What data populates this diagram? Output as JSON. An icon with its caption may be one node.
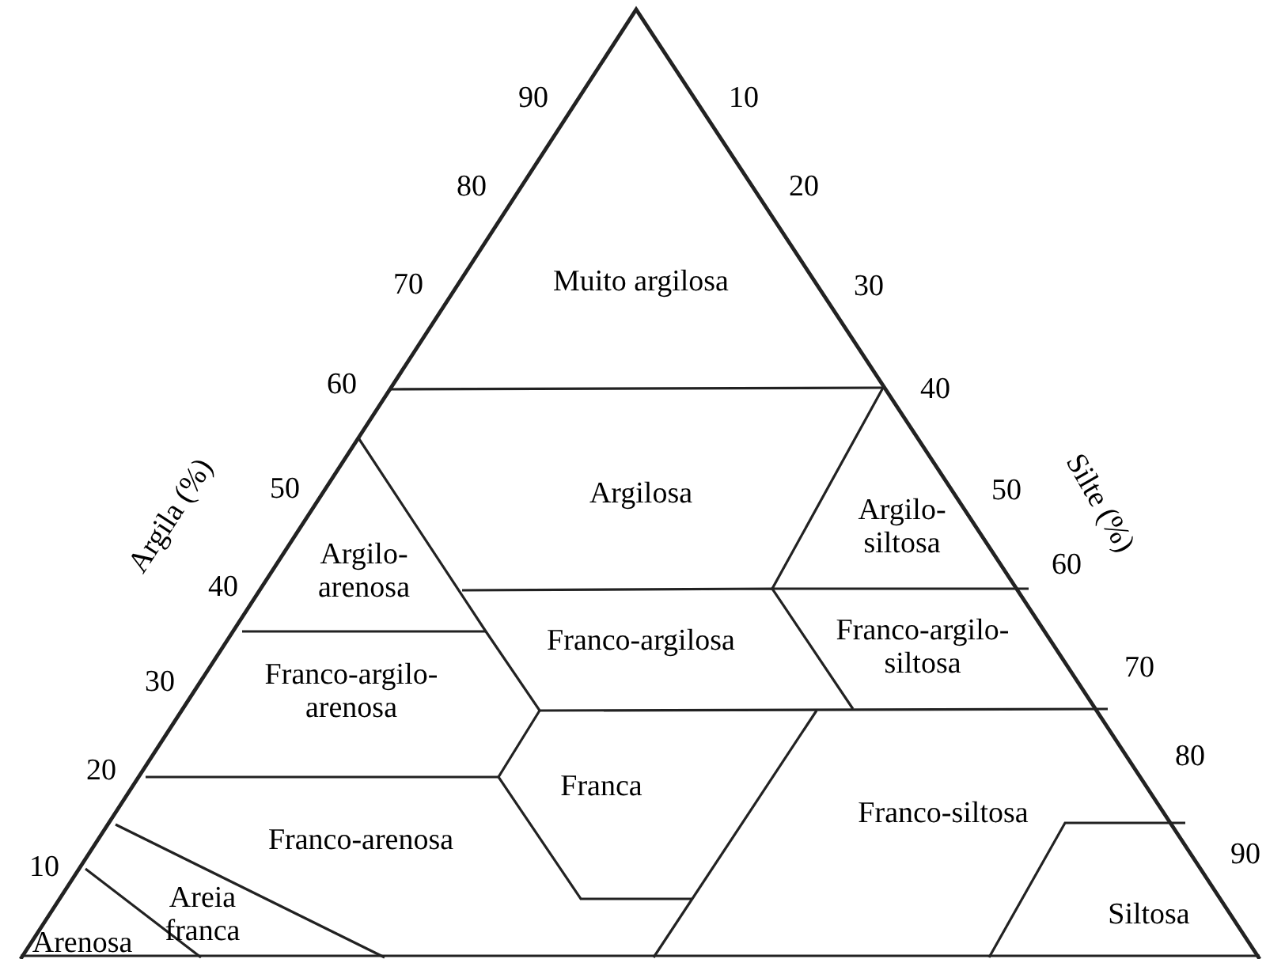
{
  "diagram": {
    "nodes": [
      {
        "text": [
          "Muito argilosa"
        ]
      },
      {
        "text": [
          "Argilosa"
        ]
      },
      {
        "text": [
          "Argilo- arenosa"
        ]
      },
      {
        "text": [
          "Argilo- siltosa"
        ]
      },
      {
        "text": [
          "Franco-argilosa"
        ]
      },
      {
        "text": [
          "Franco-argilo- siltosa"
        ]
      },
      {
        "text": [
          "Franco-argilo- arenosa"
        ]
      },
      {
        "text": [
          "Franca"
        ]
      },
      {
        "text": [
          "Franco-siltosa"
        ]
      },
      {
        "text": [
          "Franco-arenosa"
        ]
      },
      {
        "text": [
          "Areia franca"
        ]
      },
      {
        "text": [
          "Arenosa"
        ]
      },
      {
        "text": [
          "Siltosa"
        ]
      }
    ],
    "labels": [
      "90",
      "10",
      "80",
      "20",
      "70",
      "30",
      "60",
      "40",
      "Argila (%)",
      "50",
      "Silte (%)",
      "50",
      "60",
      "40",
      "30",
      "70",
      "20",
      "80",
      "10",
      "90"
    ]
  }
}
